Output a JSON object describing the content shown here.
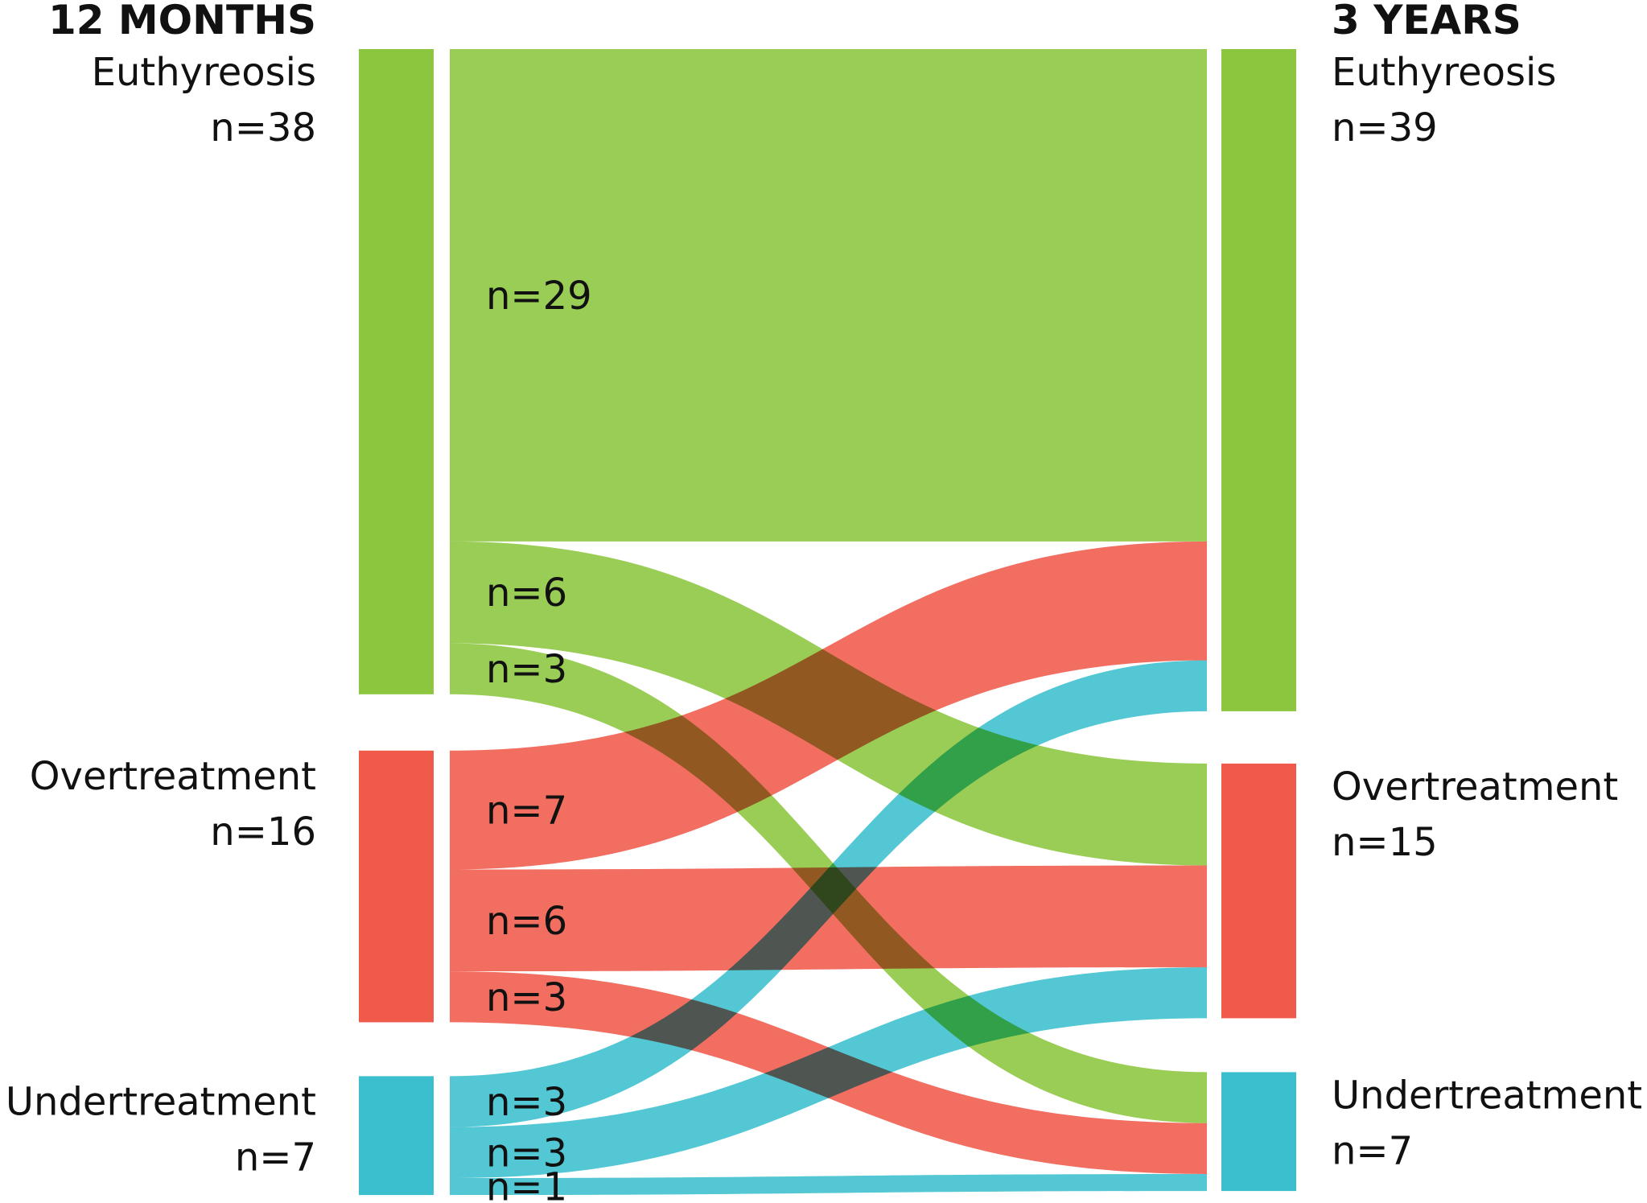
{
  "headings": {
    "left": "12 MONTHS",
    "right": "3 YEARS"
  },
  "colors": {
    "euthyreosis": "#8cc63f",
    "overtreatment": "#ef5a4b",
    "undertreatment": "#3bbfce"
  },
  "stages": {
    "left": [
      {
        "key": "euthyreosis",
        "name": "Euthyreosis",
        "count_label": "n=38",
        "count": 38
      },
      {
        "key": "overtreatment",
        "name": "Overtreatment",
        "count_label": "n=16",
        "count": 16
      },
      {
        "key": "undertreatment",
        "name": "Undertreatment",
        "count_label": "n=7",
        "count": 7
      }
    ],
    "right": [
      {
        "key": "euthyreosis",
        "name": "Euthyreosis",
        "count_label": "n=39",
        "count": 39
      },
      {
        "key": "overtreatment",
        "name": "Overtreatment",
        "count_label": "n=15",
        "count": 15
      },
      {
        "key": "undertreatment",
        "name": "Undertreatment",
        "count_label": "n=7",
        "count": 7
      }
    ]
  },
  "flows": [
    {
      "from": "euthyreosis",
      "to": "euthyreosis",
      "value": 29,
      "label": "n=29"
    },
    {
      "from": "euthyreosis",
      "to": "overtreatment",
      "value": 6,
      "label": "n=6"
    },
    {
      "from": "euthyreosis",
      "to": "undertreatment",
      "value": 3,
      "label": "n=3"
    },
    {
      "from": "overtreatment",
      "to": "euthyreosis",
      "value": 7,
      "label": "n=7"
    },
    {
      "from": "overtreatment",
      "to": "overtreatment",
      "value": 6,
      "label": "n=6"
    },
    {
      "from": "overtreatment",
      "to": "undertreatment",
      "value": 3,
      "label": "n=3"
    },
    {
      "from": "undertreatment",
      "to": "euthyreosis",
      "value": 3,
      "label": "n=3"
    },
    {
      "from": "undertreatment",
      "to": "overtreatment",
      "value": 3,
      "label": "n=3"
    },
    {
      "from": "undertreatment",
      "to": "undertreatment",
      "value": 1,
      "label": "n=1"
    }
  ]
}
